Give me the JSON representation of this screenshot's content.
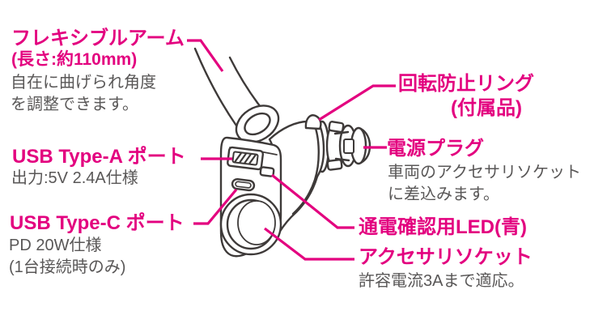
{
  "colors": {
    "accent_magenta": "#e3007f",
    "body_text_gray": "#595757",
    "line_art_stroke": "#3e3a39",
    "background": "#ffffff"
  },
  "labels": {
    "flexible_arm": {
      "title": "フレキシブルアーム",
      "subtitle": "(長さ:約110mm)",
      "desc_line1": "自在に曲げられ角度",
      "desc_line2": "を調整できます。"
    },
    "usb_a": {
      "title": "USB Type-A ポート",
      "desc": "出力:5V 2.4A仕様"
    },
    "usb_c": {
      "title": "USB Type-C ポート",
      "desc_line1": "PD 20W仕様",
      "desc_line2": "(1台接続時のみ)"
    },
    "anti_rotation_ring": {
      "title": "回転防止リング",
      "subtitle": "(付属品)"
    },
    "power_plug": {
      "title": "電源プラグ",
      "desc_line1": "車両のアクセサリソケット",
      "desc_line2": "に差込みます。"
    },
    "led": {
      "title": "通電確認用LED(青)"
    },
    "accessory_socket": {
      "title": "アクセサリソケット",
      "desc": "許容電流3Aまで適応。"
    }
  },
  "illustration": {
    "subject": "car-accessory-socket-usb-charger-line-drawing"
  }
}
